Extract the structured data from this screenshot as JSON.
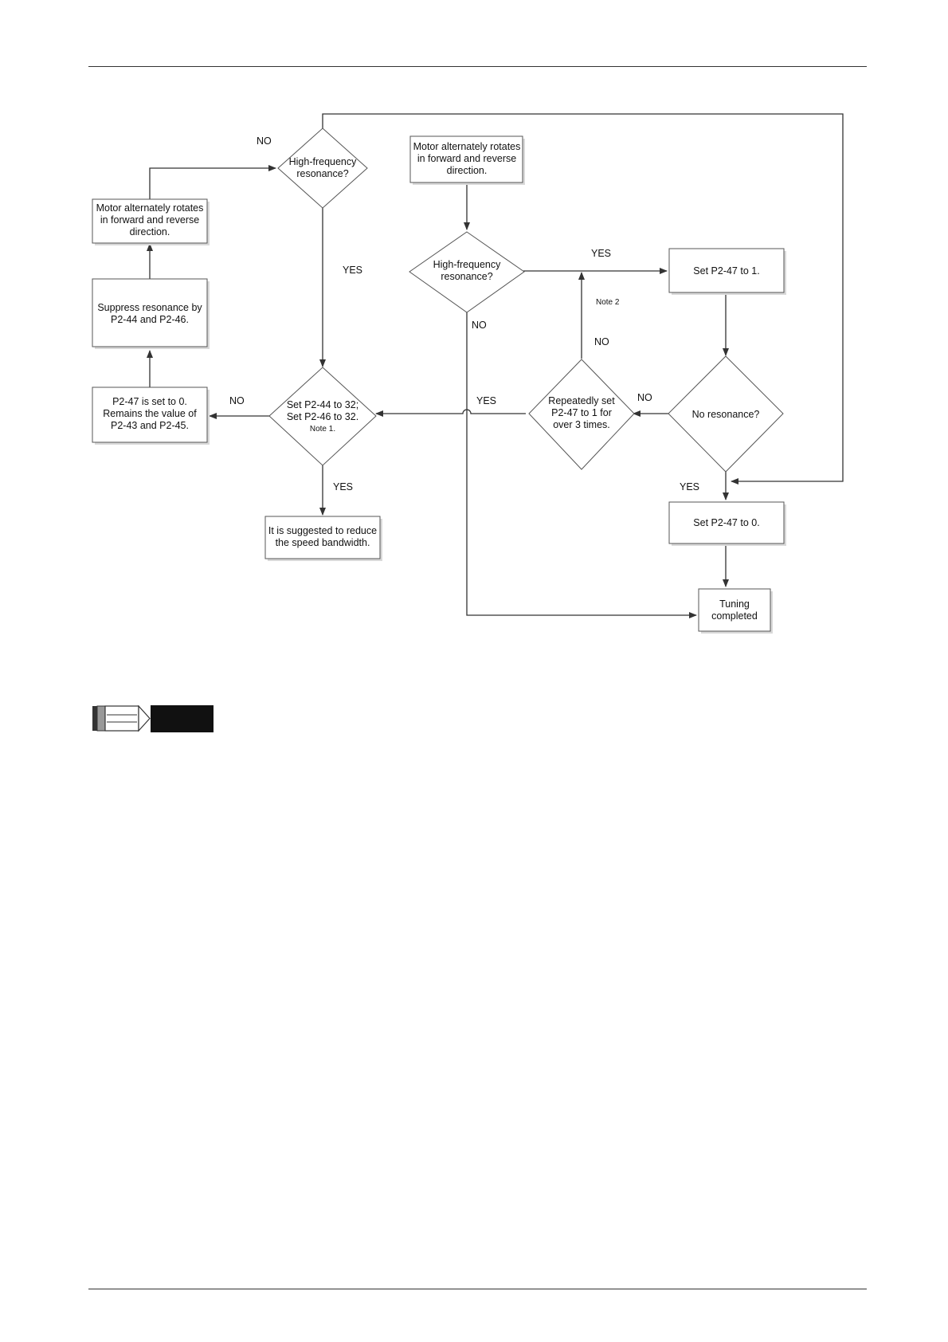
{
  "nodes": {
    "motor_left": [
      "Motor alternately rotates",
      "in  forward and reverse",
      "direction."
    ],
    "motor_top": [
      "Motor alternately rotates",
      "in  forward and reverse",
      "direction."
    ],
    "hf_left": [
      "High-frequency",
      "resonance?"
    ],
    "hf_mid": [
      "High-frequency",
      "resonance?"
    ],
    "set_p247_1": "Set P2-47 to 1.",
    "suppress": [
      "Suppress resonance by",
      "P2-44 and P2-46."
    ],
    "p247_zero": [
      "P2-47 is set to 0.",
      "Remains the value of",
      "P2-43 and P2-45."
    ],
    "set_p244": [
      "Set P2-44 to 32;",
      "Set P2-46 to 32."
    ],
    "note1": "Note 1.",
    "repeat": [
      "Repeatedly set",
      "P2-47 to 1 for",
      "over 3 times."
    ],
    "no_res": "No resonance?",
    "reduce": [
      "It is suggested to reduce",
      "the speed bandwidth."
    ],
    "set_p247_0": "Set P2-47 to 0.",
    "tuning": [
      "Tuning",
      "completed"
    ],
    "note2": "Note 2"
  },
  "labels": {
    "no": "NO",
    "yes": "YES"
  }
}
